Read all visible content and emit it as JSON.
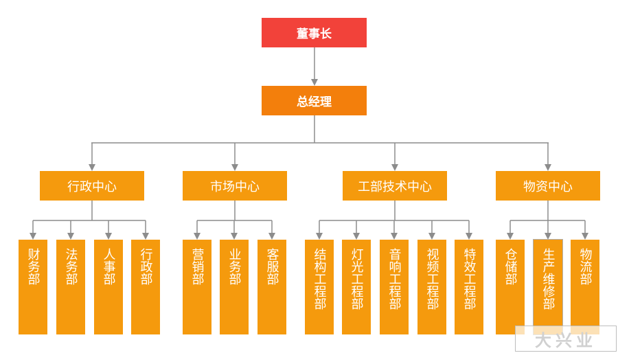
{
  "colors": {
    "top": "#f2423a",
    "gm": "#f37f0c",
    "center": "#f59a0d",
    "line": "#8c8c8c"
  },
  "top": {
    "label": "董事长"
  },
  "gm": {
    "label": "总经理"
  },
  "centers": [
    {
      "label": "行政中心",
      "depts": [
        "财务部",
        "法务部",
        "人事部",
        "行政部"
      ]
    },
    {
      "label": "市场中心",
      "depts": [
        "营销部",
        "业务部",
        "客服部"
      ]
    },
    {
      "label": "工部技术中心",
      "depts": [
        "结构工程部",
        "灯光工程部",
        "音响工程部",
        "视频工程部",
        "特效工程部"
      ]
    },
    {
      "label": "物资中心",
      "depts": [
        "仓储部",
        "生产维修部",
        "物流部"
      ]
    }
  ],
  "watermark": "大兴业"
}
